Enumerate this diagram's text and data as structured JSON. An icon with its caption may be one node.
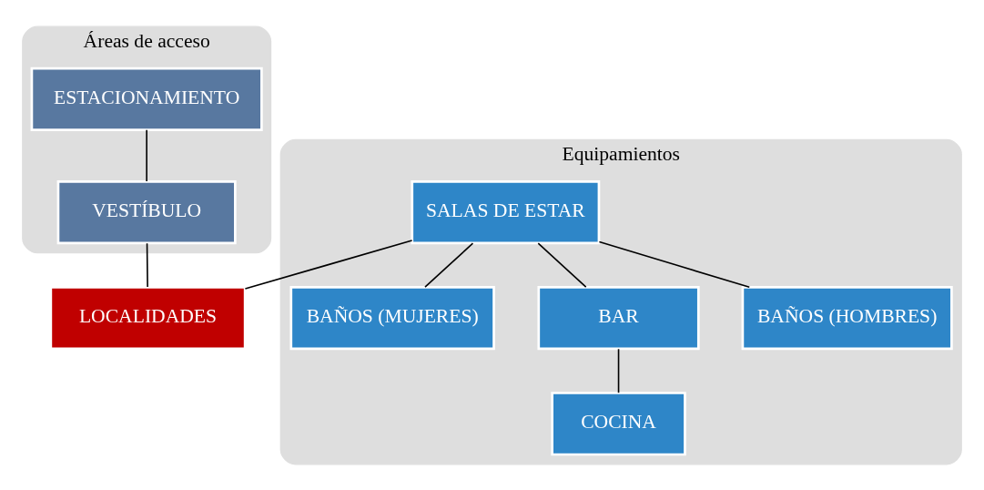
{
  "diagram": {
    "nodes": [
      {
        "text": [
          "Áreas de acceso"
        ]
      },
      {
        "text": [
          "ESTACIONAMIENTO"
        ],
        "in": 0
      },
      {
        "text": [
          "VESTÍBULO"
        ],
        "in": 0
      },
      {
        "text": [
          "Equipamientos"
        ]
      },
      {
        "text": [
          "SALAS DE ESTAR"
        ],
        "in": 3
      },
      {
        "text": [
          "BAÑOS (MUJERES)"
        ],
        "in": 3
      },
      {
        "text": [
          "BAR"
        ],
        "in": 3
      },
      {
        "text": [
          "BAÑOS (HOMBRES)"
        ],
        "in": 3
      },
      {
        "text": [
          "COCINA"
        ],
        "in": 3
      },
      {
        "text": [
          "LOCALIDADES"
        ]
      }
    ],
    "edges": [
      {
        "from": 1,
        "to": 2,
        "arrow": "none"
      },
      {
        "from": 2,
        "to": 9,
        "arrow": "none"
      },
      {
        "from": 4,
        "to": 9,
        "arrow": "none"
      },
      {
        "from": 4,
        "to": 5,
        "arrow": "none"
      },
      {
        "from": 4,
        "to": 6,
        "arrow": "none"
      },
      {
        "from": 4,
        "to": 7,
        "arrow": "none"
      },
      {
        "from": 6,
        "to": 8,
        "arrow": "none"
      }
    ]
  }
}
